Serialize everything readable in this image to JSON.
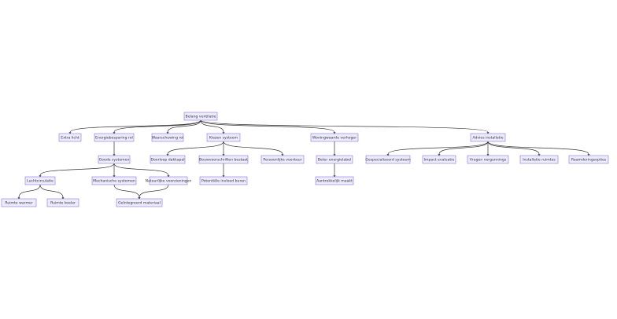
{
  "nodes": [
    {
      "id": "root",
      "label": "Belang ventilatie"
    },
    {
      "id": "extra_licht",
      "label": "Extra licht"
    },
    {
      "id": "energie",
      "label": "Energiebesparing rol"
    },
    {
      "id": "waarschuwing",
      "label": "Waarschuwing rol"
    },
    {
      "id": "kiezen",
      "label": "Kiezen systeem"
    },
    {
      "id": "woningwaarde",
      "label": "Woningwaarde verhoger"
    },
    {
      "id": "advies",
      "label": "Advies installatie"
    },
    {
      "id": "goede",
      "label": "Goede systemen"
    },
    {
      "id": "doorloop",
      "label": "Doorloop dakkapel"
    },
    {
      "id": "bouwvoorschriften",
      "label": "Bouwvoorschriften bestaat"
    },
    {
      "id": "persoonlijke",
      "label": "Persoonlijke voorkeur"
    },
    {
      "id": "beter",
      "label": "Beter energielabel"
    },
    {
      "id": "gespecialiseerd",
      "label": "Gespecialiseerd systeem"
    },
    {
      "id": "impact",
      "label": "Impact evaluatie"
    },
    {
      "id": "vergunning",
      "label": "Vragen vergunnings"
    },
    {
      "id": "installatie",
      "label": "Installatie ruimtes"
    },
    {
      "id": "raamdering",
      "label": "Raamderingsopties"
    },
    {
      "id": "luchtcirculatie",
      "label": "Luchtcirculatie"
    },
    {
      "id": "mechanische",
      "label": "Mechanische systemen"
    },
    {
      "id": "natuurlijke",
      "label": "Natuurlijke voorzieningen"
    },
    {
      "id": "potentiele",
      "label": "Potentiële invloed buren"
    },
    {
      "id": "aantrekkelijk",
      "label": "Aantrekkelijk maakt"
    },
    {
      "id": "ruimte_warmer",
      "label": "Ruimte warmer"
    },
    {
      "id": "ruimte_koeler",
      "label": "Ruimte koeler"
    },
    {
      "id": "geintegreerd",
      "label": "Geïntegreerd materiaal"
    }
  ],
  "edges": [
    [
      "root",
      "extra_licht"
    ],
    [
      "root",
      "energie"
    ],
    [
      "root",
      "waarschuwing"
    ],
    [
      "root",
      "kiezen"
    ],
    [
      "root",
      "woningwaarde"
    ],
    [
      "root",
      "advies"
    ],
    [
      "energie",
      "goede"
    ],
    [
      "kiezen",
      "doorloop"
    ],
    [
      "kiezen",
      "bouwvoorschriften"
    ],
    [
      "kiezen",
      "persoonlijke"
    ],
    [
      "woningwaarde",
      "beter"
    ],
    [
      "advies",
      "gespecialiseerd"
    ],
    [
      "advies",
      "impact"
    ],
    [
      "advies",
      "vergunning"
    ],
    [
      "advies",
      "installatie"
    ],
    [
      "advies",
      "raamdering"
    ],
    [
      "goede",
      "luchtcirculatie"
    ],
    [
      "goede",
      "mechanische"
    ],
    [
      "goede",
      "natuurlijke"
    ],
    [
      "bouwvoorschriften",
      "potentiele"
    ],
    [
      "beter",
      "aantrekkelijk"
    ],
    [
      "luchtcirculatie",
      "ruimte_warmer"
    ],
    [
      "luchtcirculatie",
      "ruimte_koeler"
    ],
    [
      "mechanische",
      "geintegreerd"
    ],
    [
      "natuurlijke",
      "geintegreerd"
    ]
  ],
  "colors": {
    "node_fill": "#ececff",
    "node_stroke": "#9370db",
    "edge": "#333333",
    "text": "#333333"
  }
}
